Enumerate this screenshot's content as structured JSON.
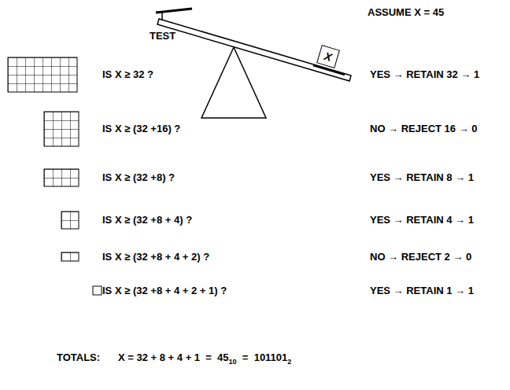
{
  "diagram": {
    "nodes": [
      {
        "text": [
          "X"
        ]
      }
    ],
    "labels": [
      "TEST",
      "ASSUME X = 45",
      "IS X ≥ 32 ?",
      "IS X ≥ (32 +16) ?",
      "IS X ≥ (32 +8) ?",
      "IS X ≥ (32 +8 + 4) ?",
      "IS X ≥ (32 +8 + 4 + 2) ?",
      "IS X ≥ (32 +8 + 4 + 2 + 1) ?",
      "YES → RETAIN 32 → 1",
      "NO → REJECT 16 → 0",
      "YES → RETAIN 8 → 1",
      "YES → RETAIN 4 → 1",
      "NO → REJECT 2 → 0",
      "YES → RETAIN 1 → 1",
      "TOTALS:",
      "X = 32 + 8 + 4 + 1  =  45",
      "10",
      "  =  101101",
      "2"
    ]
  }
}
